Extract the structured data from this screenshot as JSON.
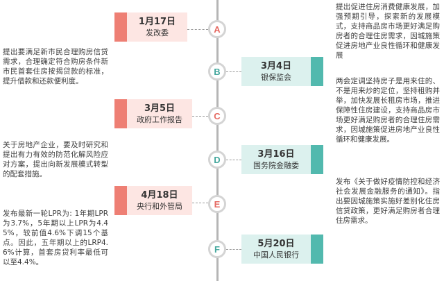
{
  "events": [
    {
      "letter": "A",
      "date": "1月17日",
      "org": "发改委",
      "text": "提出促进住房消费健康发展，加强预期引导，探索新的发展模式，支持商品房市场更好满足购房者的合理住房需求，因城施策促进房地产业良性循环和健康发展"
    },
    {
      "letter": "B",
      "date": "3月4日",
      "org": "银保监会",
      "text": "提出要满足新市民合理购房信贷需求，合理确定符合购房条件新市民首套住房按揭贷款的标准，提升借款和还款便利度。"
    },
    {
      "letter": "C",
      "date": "3月5日",
      "org": "政府工作报告",
      "text": "两会定调坚持房子是用来住的、不是用来炒的定位，坚持租购并举，加快发展长租房市场，推进保障性住房建设，支持商品房市场更好满足购房者的合理住房需求，因城施策促进房地产业良性循环和健康发展。"
    },
    {
      "letter": "D",
      "date": "3月16日",
      "org": "国务院金融委",
      "text": "关于房地产企业，要及时研究和提出有力有效的防范化解风险应对方案，提出向新发展模式转型的配套措施。"
    },
    {
      "letter": "E",
      "date": "4月18日",
      "org": "央行和外管局",
      "text": "发布《关于做好疫情防控和经济社会发展金融服务的通知》。指出要因城施策实施好差别化住房信贷政策，更好满足购房者合理住房需求。"
    },
    {
      "letter": "F",
      "date": "5月20日",
      "org": "中国人民银行",
      "text": "发布最新一轮LPR为: 1年期LPR为3.7%，5年期以上LPR为4.45%，较前值4.6%下调15个基点。因此，五年期以上的LRP4.6%计算，首套房贷利率最低可以至4.4%。"
    }
  ],
  "colors": {
    "red": "#ee7f74",
    "teal": "#52b9ae",
    "axis": "#b5b5b5"
  }
}
